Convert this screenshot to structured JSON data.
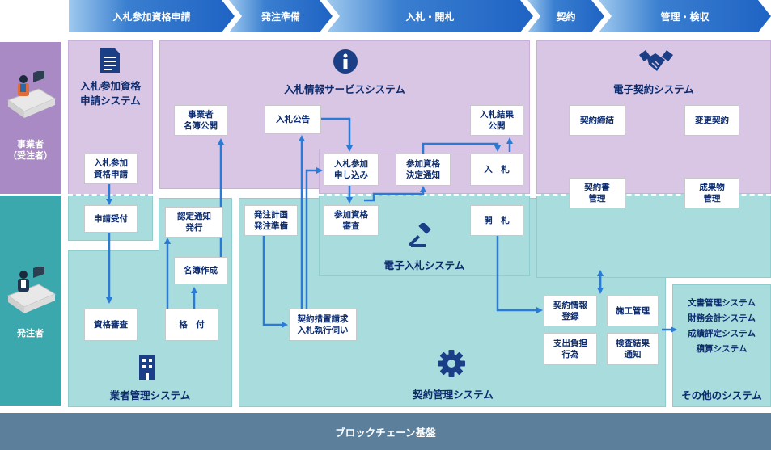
{
  "phases": [
    "入札参加資格申請",
    "発注準備",
    "入札・開札",
    "契約",
    "管理・検収"
  ],
  "actors": {
    "contractor": "事業者\n（受注者）",
    "orderer": "発注者"
  },
  "systems": {
    "application": "入札参加資格\n申請システム",
    "info_service": "入札情報サービスシステム",
    "e_contract": "電子契約システム",
    "e_bidding": "電子入札システム",
    "vendor_mgmt": "業者管理システム",
    "contract_mgmt": "契約管理システム",
    "other": "その他のシステム"
  },
  "boxes": {
    "apply": "入札参加\n資格申請",
    "receive": "申請受付",
    "examine": "資格審査",
    "publish_roster": "事業者\n名簿公開",
    "cert_notice": "認定通知\n発行",
    "roster_create": "名簿作成",
    "rating": "格　付",
    "plan": "発注計画\n発注準備",
    "bid_notice": "入札公告",
    "bid_request": "入札参加\n申し込み",
    "qual_exam": "参加資格\n審査",
    "qual_decision": "参加資格\n決定通知",
    "result_publish": "入札結果\n公開",
    "bidding": "入　札",
    "opening": "開　札",
    "contract_request": "契約措置請求\n入札執行伺い",
    "contract_sign": "契約締結",
    "contract_change": "変更契約",
    "contract_doc": "契約書\n管理",
    "deliverable": "成果物\n管理",
    "contract_register": "契約情報\n登録",
    "construction": "施工管理",
    "expense": "支出負担\n行為",
    "inspection": "検査結果\n通知"
  },
  "other_systems": "文書管理システム\n財務会計システム\n成績評定システム\n積算システム",
  "footer": "ブロックチェーン基盤",
  "colors": {
    "phase": "#1f63c4",
    "contractor_band": "#a98ac4",
    "orderer_band": "#3aa8ad",
    "footer": "#5c7f9b",
    "arrow": "#2a7ad6"
  }
}
